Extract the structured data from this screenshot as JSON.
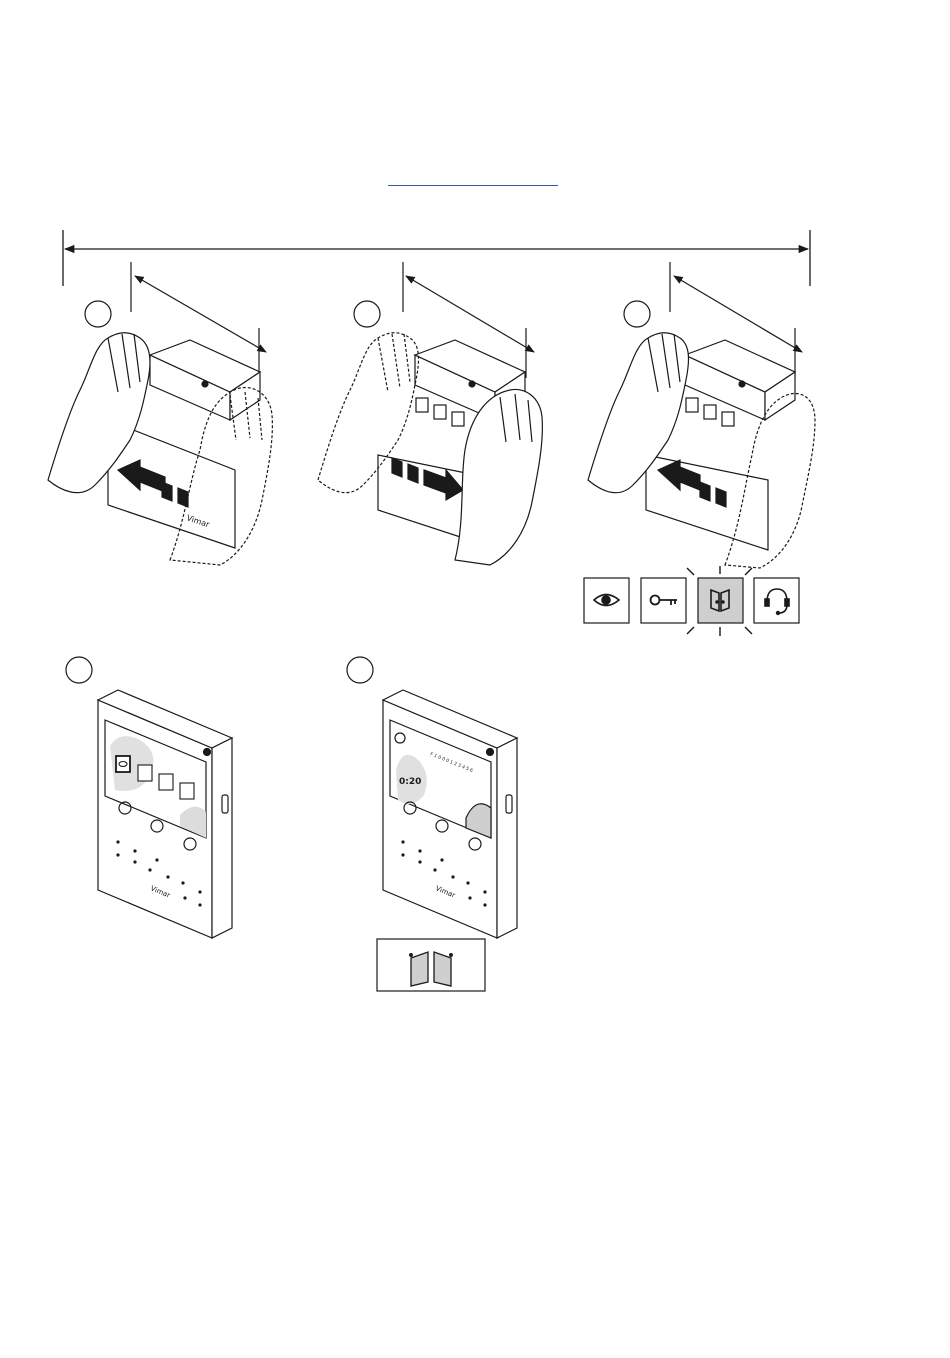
{
  "steps": [
    "",
    "",
    "",
    "",
    ""
  ],
  "device": {
    "brand_label": "Vimar",
    "screen_label": "F 1 0 0 0 1 2 3 4 5 6",
    "timer_label": "0:20"
  },
  "function_icons": [
    {
      "icon": "eye-icon",
      "highlighted": false
    },
    {
      "icon": "key-icon",
      "highlighted": false
    },
    {
      "icon": "door-icon",
      "highlighted": true
    },
    {
      "icon": "headset-icon",
      "highlighted": false
    }
  ],
  "colors": {
    "line": "#1a1a1a",
    "highlight": "#cfcfcf",
    "link": "#2a5db0"
  }
}
